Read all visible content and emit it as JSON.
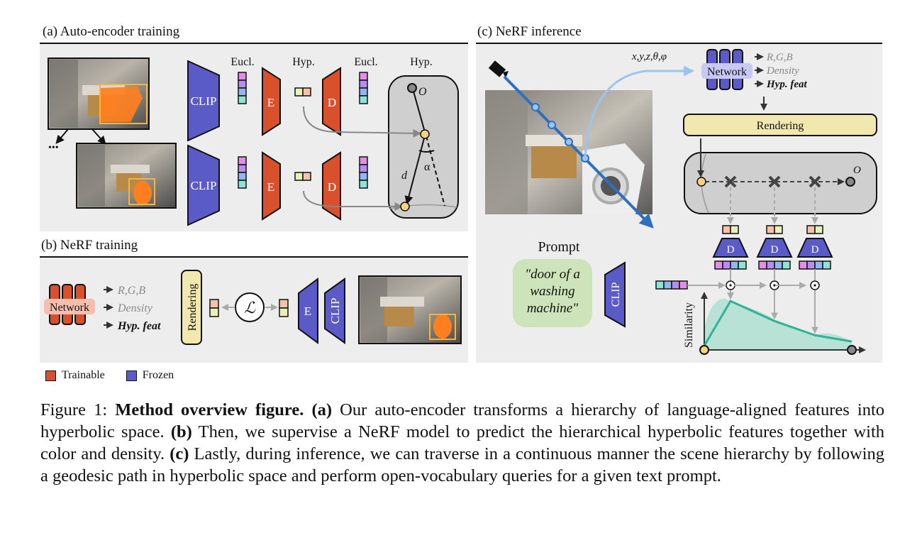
{
  "panels": {
    "a": {
      "title": "(a) Auto-encoder training",
      "labels": {
        "eucl_1": "Eucl.",
        "hyp_1": "Hyp.",
        "eucl_2": "Eucl.",
        "hyp_2": "Hyp."
      },
      "clip_label": "CLIP",
      "encoder_label": "E",
      "decoder_label": "D",
      "ellipsis": "•••",
      "origin_label": "O",
      "distance_label": "d",
      "angle_label": "α"
    },
    "b": {
      "title": "(b) NeRF training",
      "network_label": "Network",
      "outputs": [
        "R,G,B",
        "Density",
        "Hyp. feat"
      ],
      "rendering_label": "Rendering",
      "loss_label": "ℒ",
      "encoder_label": "E",
      "clip_label": "CLIP"
    },
    "c": {
      "title": "(c) NeRF inference",
      "input_label": "x,y,z,θ,φ",
      "network_label": "Network",
      "outputs": [
        "R,G,B",
        "Density",
        "Hyp. feat"
      ],
      "rendering_label": "Rendering",
      "origin_label": "O",
      "decoder_label": "D",
      "prompt_title": "Prompt",
      "prompt_lines": [
        "\"door of a",
        "washing",
        "machine\""
      ],
      "clip_label": "CLIP",
      "similarity_label": "Similarity"
    }
  },
  "legend": {
    "items": [
      {
        "label": "Trainable",
        "color": "#d9512c"
      },
      {
        "label": "Frozen",
        "color": "#5b5bc8"
      }
    ]
  },
  "colors": {
    "trainable": "#d9512c",
    "frozen": "#5b5bc8",
    "feat_pink": "#e58ee8",
    "feat_purple": "#b58ef0",
    "feat_blue": "#8fb8ee",
    "feat_teal": "#8fe3d6",
    "hyp_green": "#e7f2b8",
    "hyp_salmon": "#f6c2a9",
    "point_yellow": "#f8d27c",
    "point_gray": "#8a8a8a",
    "ray_blue": "#2f6fbf",
    "ray_light": "#9cc4ee",
    "similarity_line": "#2fb396",
    "similarity_fill": "#b9e2d7",
    "rendering_fill": "#f1e8b0",
    "prompt_fill": "#cde3b9",
    "network_c_label_bg": "#c9c8f3",
    "network_b_label_bg": "#f4bfae"
  },
  "similarity_curve": [
    0.08,
    0.93,
    0.55,
    0.28,
    0.16
  ],
  "caption": {
    "figure_label": "Figure 1:",
    "bold_title": "Method overview figure.",
    "a_label": "(a)",
    "a_text": "Our auto-encoder transforms a hierarchy of language-aligned features into hyperbolic space.",
    "b_label": "(b)",
    "b_text": "Then, we supervise a NeRF model to predict the hierarchical hyperbolic features together with color and density.",
    "c_label": "(c)",
    "c_text": "Lastly, during inference, we can traverse in a continuous manner the scene hierarchy by following a geodesic path in hyperbolic space and perform open-vocabulary queries for a given text prompt."
  }
}
